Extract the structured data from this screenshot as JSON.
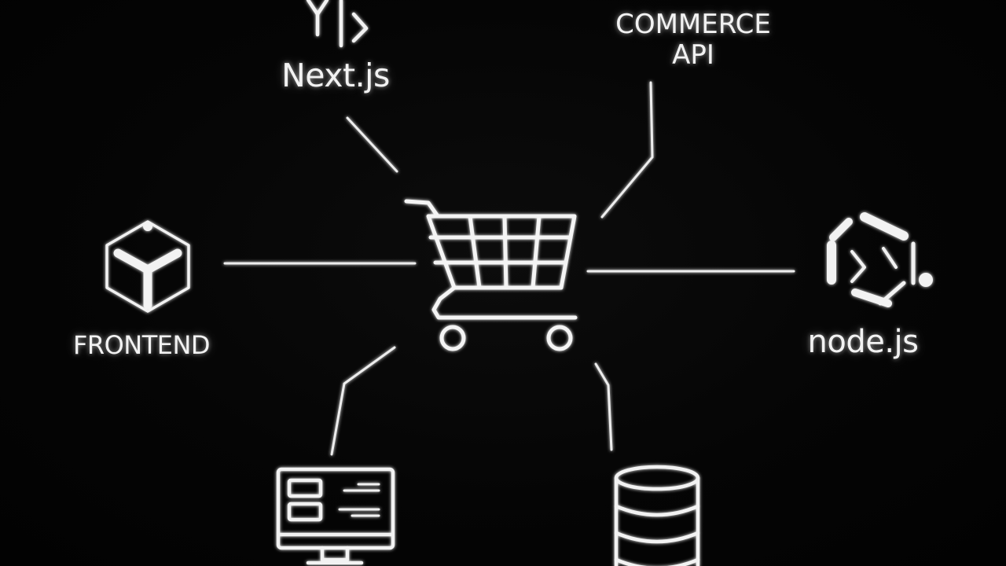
{
  "nodes": {
    "nextjs": {
      "label": "Next.js",
      "icon": "nextjs-logo-icon"
    },
    "commerce_api": {
      "label_line1": "COMMERCE",
      "label_line2": "API"
    },
    "frontend": {
      "label": "FRONTEND",
      "icon": "cube-icon"
    },
    "nodejs": {
      "label": "node.js",
      "icon": "hexagon-logo-icon"
    },
    "center": {
      "icon": "shopping-cart-icon"
    },
    "bottom_left": {
      "icon": "monitor-icon"
    },
    "bottom_right": {
      "icon": "database-icon"
    }
  },
  "colors": {
    "background": "#030303",
    "foreground": "#f2f2f2"
  }
}
